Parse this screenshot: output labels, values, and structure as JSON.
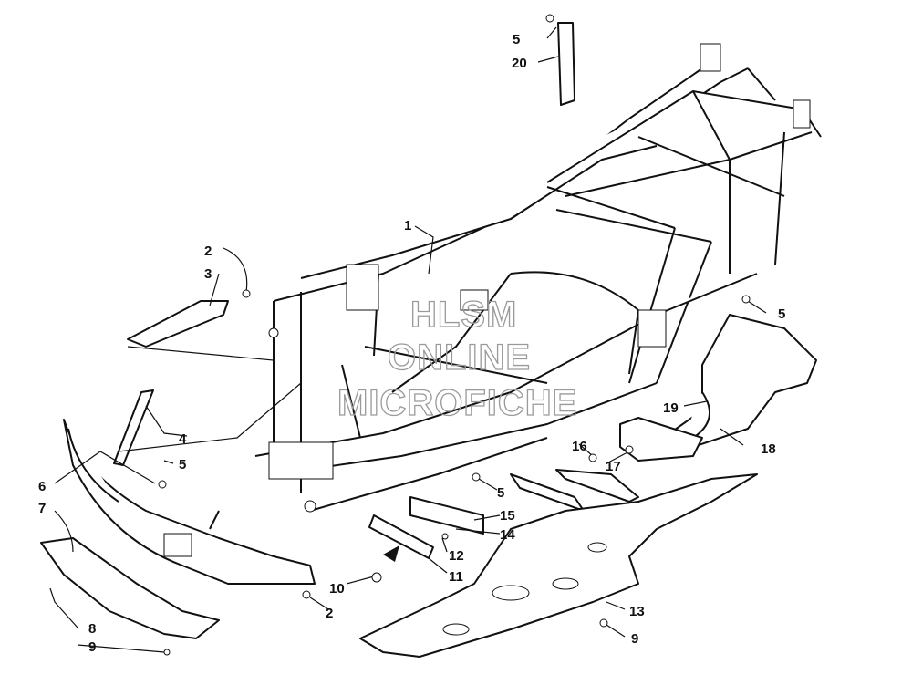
{
  "diagram": {
    "callouts": [
      "1",
      "2",
      "3",
      "2",
      "4",
      "5",
      "5",
      "5",
      "5",
      "6",
      "7",
      "8",
      "9",
      "9",
      "10",
      "11",
      "12",
      "13",
      "14",
      "15",
      "16",
      "17",
      "18",
      "19",
      "20"
    ],
    "watermark": [
      "HLSM",
      "ONLINE",
      "MICROFICHE"
    ]
  }
}
